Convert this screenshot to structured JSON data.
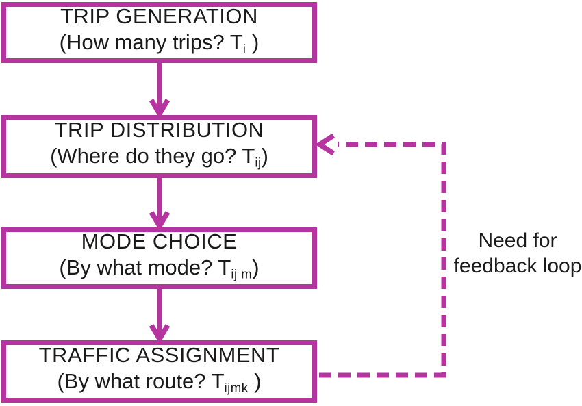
{
  "colors": {
    "accent": "#b5349f",
    "text": "#1a1a1a",
    "background": "#ffffff"
  },
  "boxes": [
    {
      "title": "TRIP GENERATION",
      "question_prefix": "(How many trips? T",
      "subscript": "i",
      "question_suffix": " )"
    },
    {
      "title": "TRIP DISTRIBUTION",
      "question_prefix": "(Where do they go? T",
      "subscript": "ij",
      "question_suffix": ")"
    },
    {
      "title": "MODE CHOICE",
      "question_prefix": "(By what mode? T",
      "subscript": "ij m",
      "question_suffix": ")"
    },
    {
      "title": "TRAFFIC ASSIGNMENT",
      "question_prefix": "(By what route? T",
      "subscript": "ijmk",
      "question_suffix": " )"
    }
  ],
  "annotation": {
    "line1": "Need for",
    "line2": "feedback loop"
  }
}
